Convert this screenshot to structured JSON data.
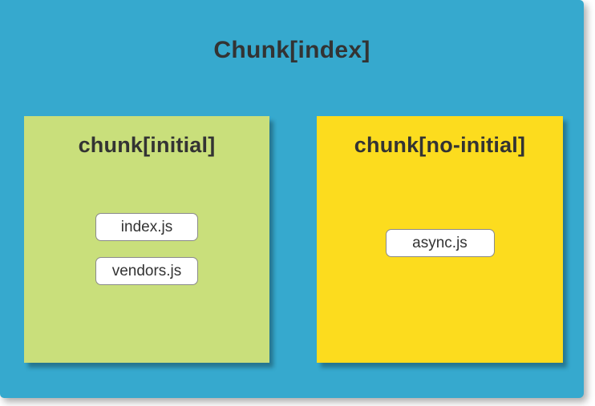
{
  "colors": {
    "page_background": "#ffffff",
    "card_blue": "#36a9ce",
    "initial_chunk_green": "#c9df7b",
    "no_initial_chunk_yellow": "#fcdc1e",
    "text_dark": "#333333",
    "file_label_background": "#ffffff",
    "file_label_border": "#8a8a8a"
  },
  "diagram": {
    "title": "Chunk[index]",
    "chunks": [
      {
        "label": "chunk[initial]",
        "color": "#c9df7b",
        "files": [
          "index.js",
          "vendors.js"
        ]
      },
      {
        "label": "chunk[no-initial]",
        "color": "#fcdc1e",
        "files": [
          "async.js"
        ]
      }
    ]
  }
}
